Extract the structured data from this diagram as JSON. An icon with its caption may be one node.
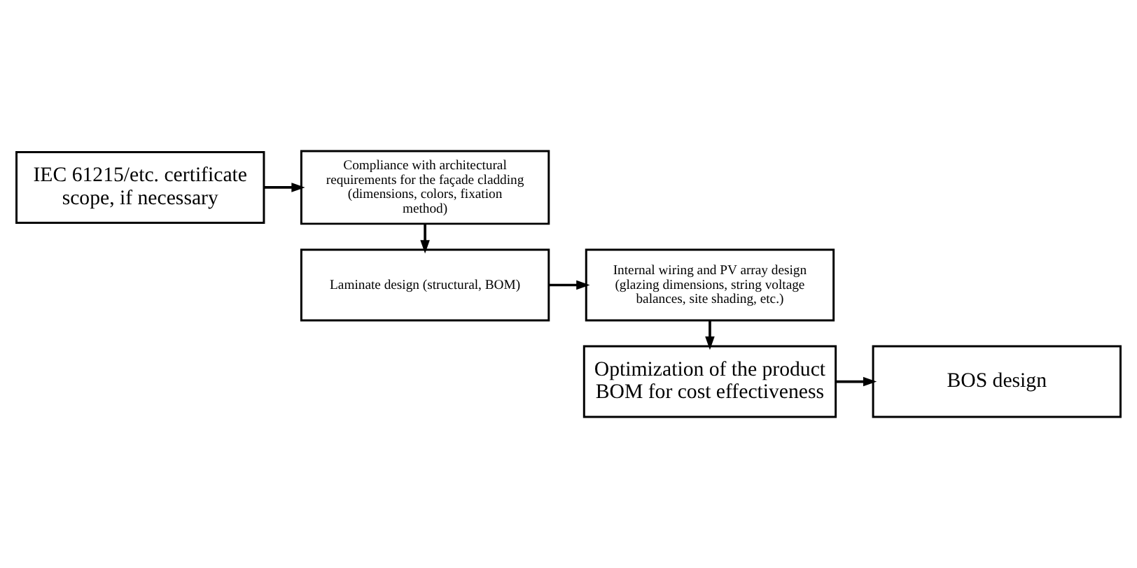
{
  "diagram": {
    "nodes": [
      {
        "text": [
          "IEC 61215/etc. certificate scope, if necessary"
        ]
      },
      {
        "text": [
          "Compliance with architectural requirements for the façade cladding (dimensions, colors, fixation method)"
        ]
      },
      {
        "text": [
          "Internal wiring and PV array design (glazing dimensions, string voltage balances, site shading, etc.)"
        ]
      },
      {
        "text": [
          "Laminate design (structural, BOM)"
        ]
      },
      {
        "text": [
          "Optimization of the product BOM for cost effectiveness"
        ]
      },
      {
        "text": [
          "BOS design"
        ]
      }
    ],
    "edges": [
      {
        "from": 0,
        "to": 1,
        "arrow": "to"
      },
      {
        "from": 1,
        "to": 3,
        "arrow": "to"
      },
      {
        "from": 3,
        "to": 2,
        "arrow": "to"
      },
      {
        "from": 2,
        "to": 4,
        "arrow": "to"
      },
      {
        "from": 4,
        "to": 5,
        "arrow": "to"
      }
    ]
  }
}
